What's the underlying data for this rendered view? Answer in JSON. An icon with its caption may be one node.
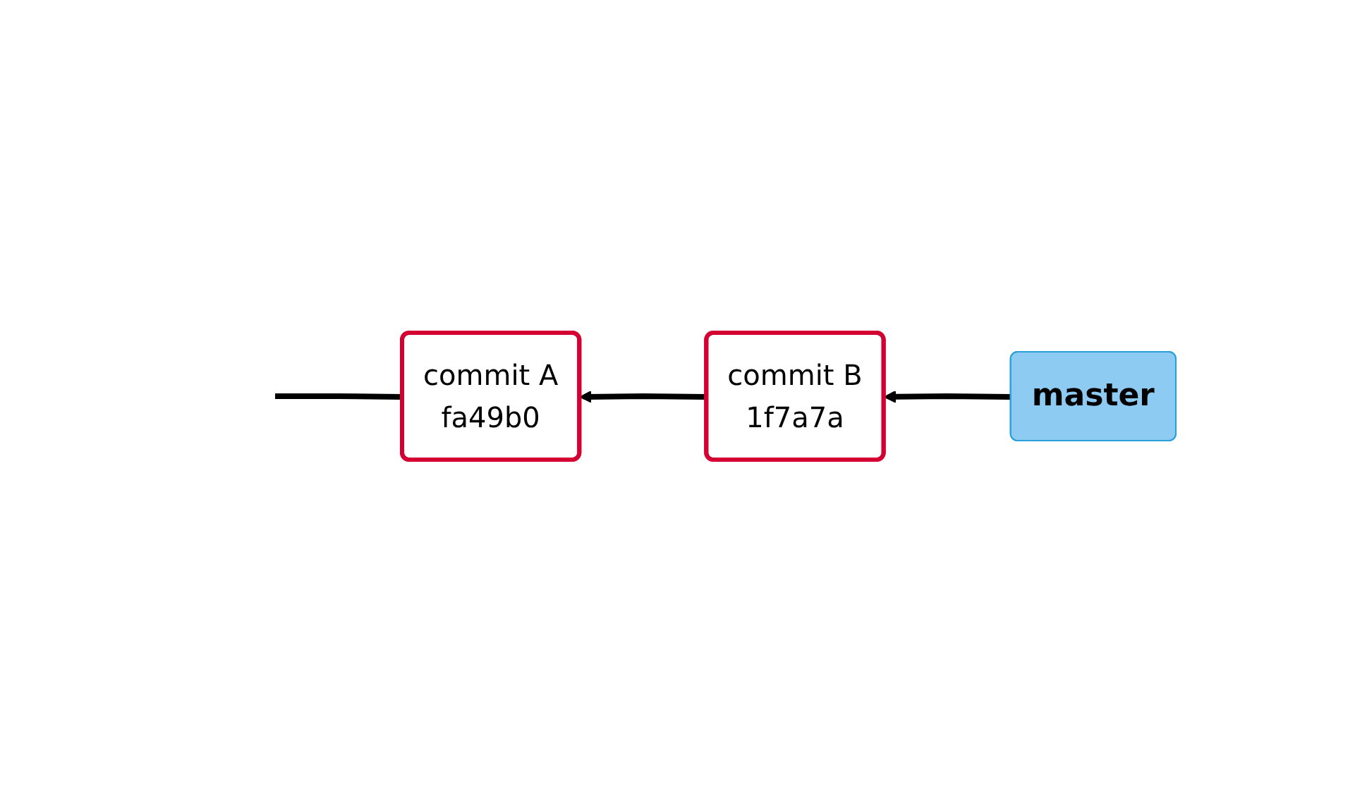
{
  "diagram": {
    "nodes": [
      {
        "text": [
          "master"
        ]
      },
      {
        "text": [
          "commit A",
          "fa49b0"
        ]
      },
      {
        "text": [
          "commit B",
          "1f7a7a"
        ]
      }
    ],
    "edges": [
      {
        "from": null,
        "to": 1,
        "arrow": "none"
      },
      {
        "from": 2,
        "to": 1,
        "arrow": "to"
      },
      {
        "from": 0,
        "to": 2,
        "arrow": "to"
      }
    ]
  }
}
